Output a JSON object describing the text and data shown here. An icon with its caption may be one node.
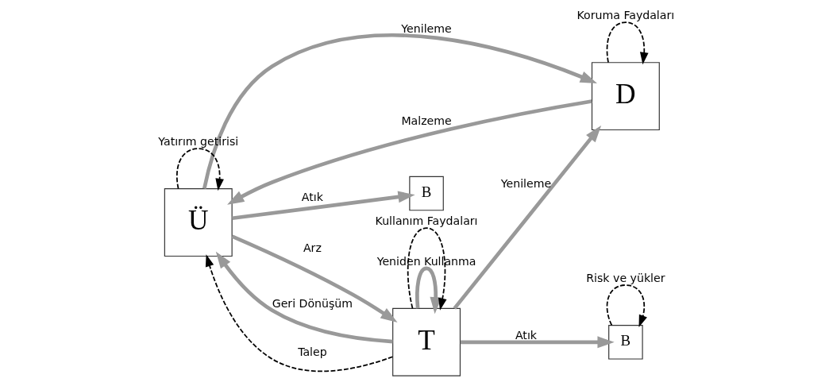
{
  "diagram": {
    "nodes": [
      {
        "text": [
          "B"
        ]
      },
      {
        "text": [
          "D"
        ]
      },
      {
        "text": [
          "Ü"
        ]
      },
      {
        "text": [
          "T"
        ]
      },
      {
        "text": [
          "B"
        ]
      }
    ],
    "edges": [
      {
        "from": 3,
        "to": 1,
        "arrow": "to",
        "label": "Yenileme"
      },
      {
        "from": 2,
        "to": 1,
        "arrow": "to",
        "label": "Yenileme"
      },
      {
        "from": 3,
        "to": 2,
        "arrow": "to",
        "label": "Geri Dönüşüm"
      },
      {
        "from": 3,
        "to": 3,
        "arrow": "to",
        "label": "Yeniden Kullanma"
      },
      {
        "from": 2,
        "to": 0,
        "arrow": "to",
        "label": "Atık"
      },
      {
        "from": 1,
        "to": 2,
        "arrow": "to",
        "label": "Malzeme"
      },
      {
        "from": 2,
        "to": 3,
        "arrow": "to",
        "label": "Arz"
      },
      {
        "from": 3,
        "to": 4,
        "arrow": "to",
        "label": "Atık"
      },
      {
        "from": 1,
        "to": 1,
        "arrow": "to",
        "label": "Koruma Faydaları",
        "style": "dashed",
        "color": "#000000"
      },
      {
        "from": 2,
        "to": 2,
        "arrow": "to",
        "label": "Yatırım getirisi",
        "style": "dashed",
        "color": "#000000"
      },
      {
        "from": 3,
        "to": 2,
        "arrow": "to",
        "label": "Talep",
        "style": "dashed",
        "color": "#000000"
      },
      {
        "from": 3,
        "to": 3,
        "arrow": "to",
        "label": "Kullanım Faydaları",
        "style": "dashed",
        "color": "#000000"
      },
      {
        "from": 4,
        "to": 4,
        "arrow": "to",
        "label": "Risk ve yükler",
        "style": "dashed",
        "color": "#000000"
      }
    ]
  }
}
